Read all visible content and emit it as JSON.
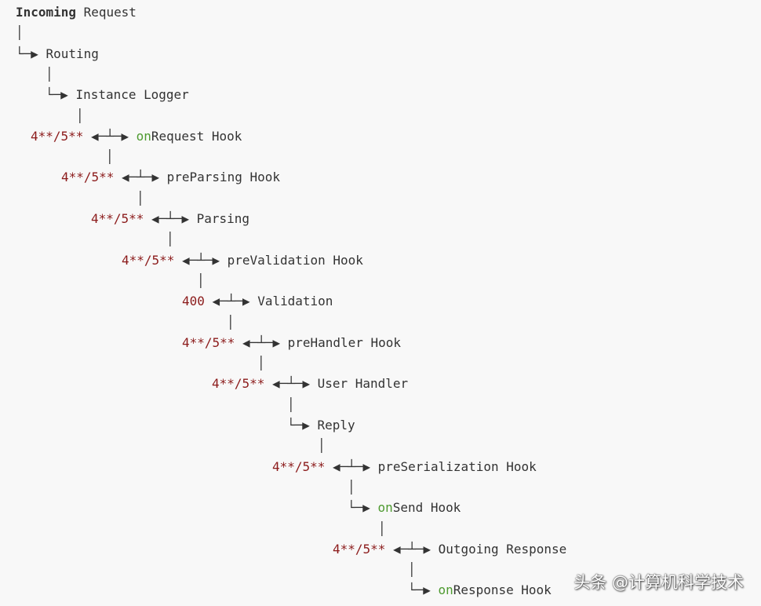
{
  "lines": [
    {
      "indent": 0,
      "connector": "",
      "status": "",
      "parts": [
        {
          "text": "Incoming",
          "style": "bold"
        },
        {
          "text": " Request",
          "style": ""
        }
      ]
    },
    {
      "indent": 0,
      "connector": "│",
      "status": "",
      "parts": []
    },
    {
      "indent": 0,
      "connector": "└─▶ ",
      "status": "",
      "parts": [
        {
          "text": "Routing",
          "style": ""
        }
      ]
    },
    {
      "indent": 4,
      "connector": "│",
      "status": "",
      "parts": []
    },
    {
      "indent": 4,
      "connector": "└─▶ ",
      "status": "",
      "parts": [
        {
          "text": "Instance Logger",
          "style": ""
        }
      ]
    },
    {
      "indent": 8,
      "connector": "│",
      "status": "",
      "parts": []
    },
    {
      "indent": 2,
      "connector": "◀─┴─▶ ",
      "status": "4**/5** ",
      "parts": [
        {
          "text": "on",
          "style": "hl"
        },
        {
          "text": "Request Hook",
          "style": ""
        }
      ]
    },
    {
      "indent": 12,
      "connector": "│",
      "status": "",
      "parts": []
    },
    {
      "indent": 6,
      "connector": "◀─┴─▶ ",
      "status": "4**/5** ",
      "parts": [
        {
          "text": "preParsing Hook",
          "style": ""
        }
      ]
    },
    {
      "indent": 16,
      "connector": "│",
      "status": "",
      "parts": []
    },
    {
      "indent": 10,
      "connector": "◀─┴─▶ ",
      "status": "4**/5** ",
      "parts": [
        {
          "text": "Parsing",
          "style": ""
        }
      ]
    },
    {
      "indent": 20,
      "connector": "│",
      "status": "",
      "parts": []
    },
    {
      "indent": 14,
      "connector": "◀─┴─▶ ",
      "status": "4**/5** ",
      "parts": [
        {
          "text": "preValidation Hook",
          "style": ""
        }
      ]
    },
    {
      "indent": 24,
      "connector": "│",
      "status": "",
      "parts": []
    },
    {
      "indent": 22,
      "connector": "◀─┴─▶ ",
      "status": "400 ",
      "parts": [
        {
          "text": "Validation",
          "style": ""
        }
      ]
    },
    {
      "indent": 28,
      "connector": "│",
      "status": "",
      "parts": []
    },
    {
      "indent": 22,
      "connector": "◀─┴─▶ ",
      "status": "4**/5** ",
      "parts": [
        {
          "text": "preHandler Hook",
          "style": ""
        }
      ]
    },
    {
      "indent": 32,
      "connector": "│",
      "status": "",
      "parts": []
    },
    {
      "indent": 26,
      "connector": "◀─┴─▶ ",
      "status": "4**/5** ",
      "parts": [
        {
          "text": "User Handler",
          "style": ""
        }
      ]
    },
    {
      "indent": 36,
      "connector": "│",
      "status": "",
      "parts": []
    },
    {
      "indent": 36,
      "connector": "└─▶ ",
      "status": "",
      "parts": [
        {
          "text": "Reply",
          "style": ""
        }
      ]
    },
    {
      "indent": 40,
      "connector": "│",
      "status": "",
      "parts": []
    },
    {
      "indent": 34,
      "connector": "◀─┴─▶ ",
      "status": "4**/5** ",
      "parts": [
        {
          "text": "preSerialization Hook",
          "style": ""
        }
      ]
    },
    {
      "indent": 44,
      "connector": "│",
      "status": "",
      "parts": []
    },
    {
      "indent": 44,
      "connector": "└─▶ ",
      "status": "",
      "parts": [
        {
          "text": "on",
          "style": "hl"
        },
        {
          "text": "Send Hook",
          "style": ""
        }
      ]
    },
    {
      "indent": 48,
      "connector": "│",
      "status": "",
      "parts": []
    },
    {
      "indent": 42,
      "connector": "◀─┴─▶ ",
      "status": "4**/5** ",
      "parts": [
        {
          "text": "Outgoing Response",
          "style": ""
        }
      ]
    },
    {
      "indent": 52,
      "connector": "│",
      "status": "",
      "parts": []
    },
    {
      "indent": 52,
      "connector": "└─▶ ",
      "status": "",
      "parts": [
        {
          "text": "on",
          "style": "hl"
        },
        {
          "text": "Response Hook",
          "style": ""
        }
      ]
    }
  ],
  "colors": {
    "background": "#f8f8f8",
    "text": "#333333",
    "status": "#8b1a1a",
    "highlight": "#4e9a30"
  },
  "watermark": "头条 @计算机科学技术"
}
